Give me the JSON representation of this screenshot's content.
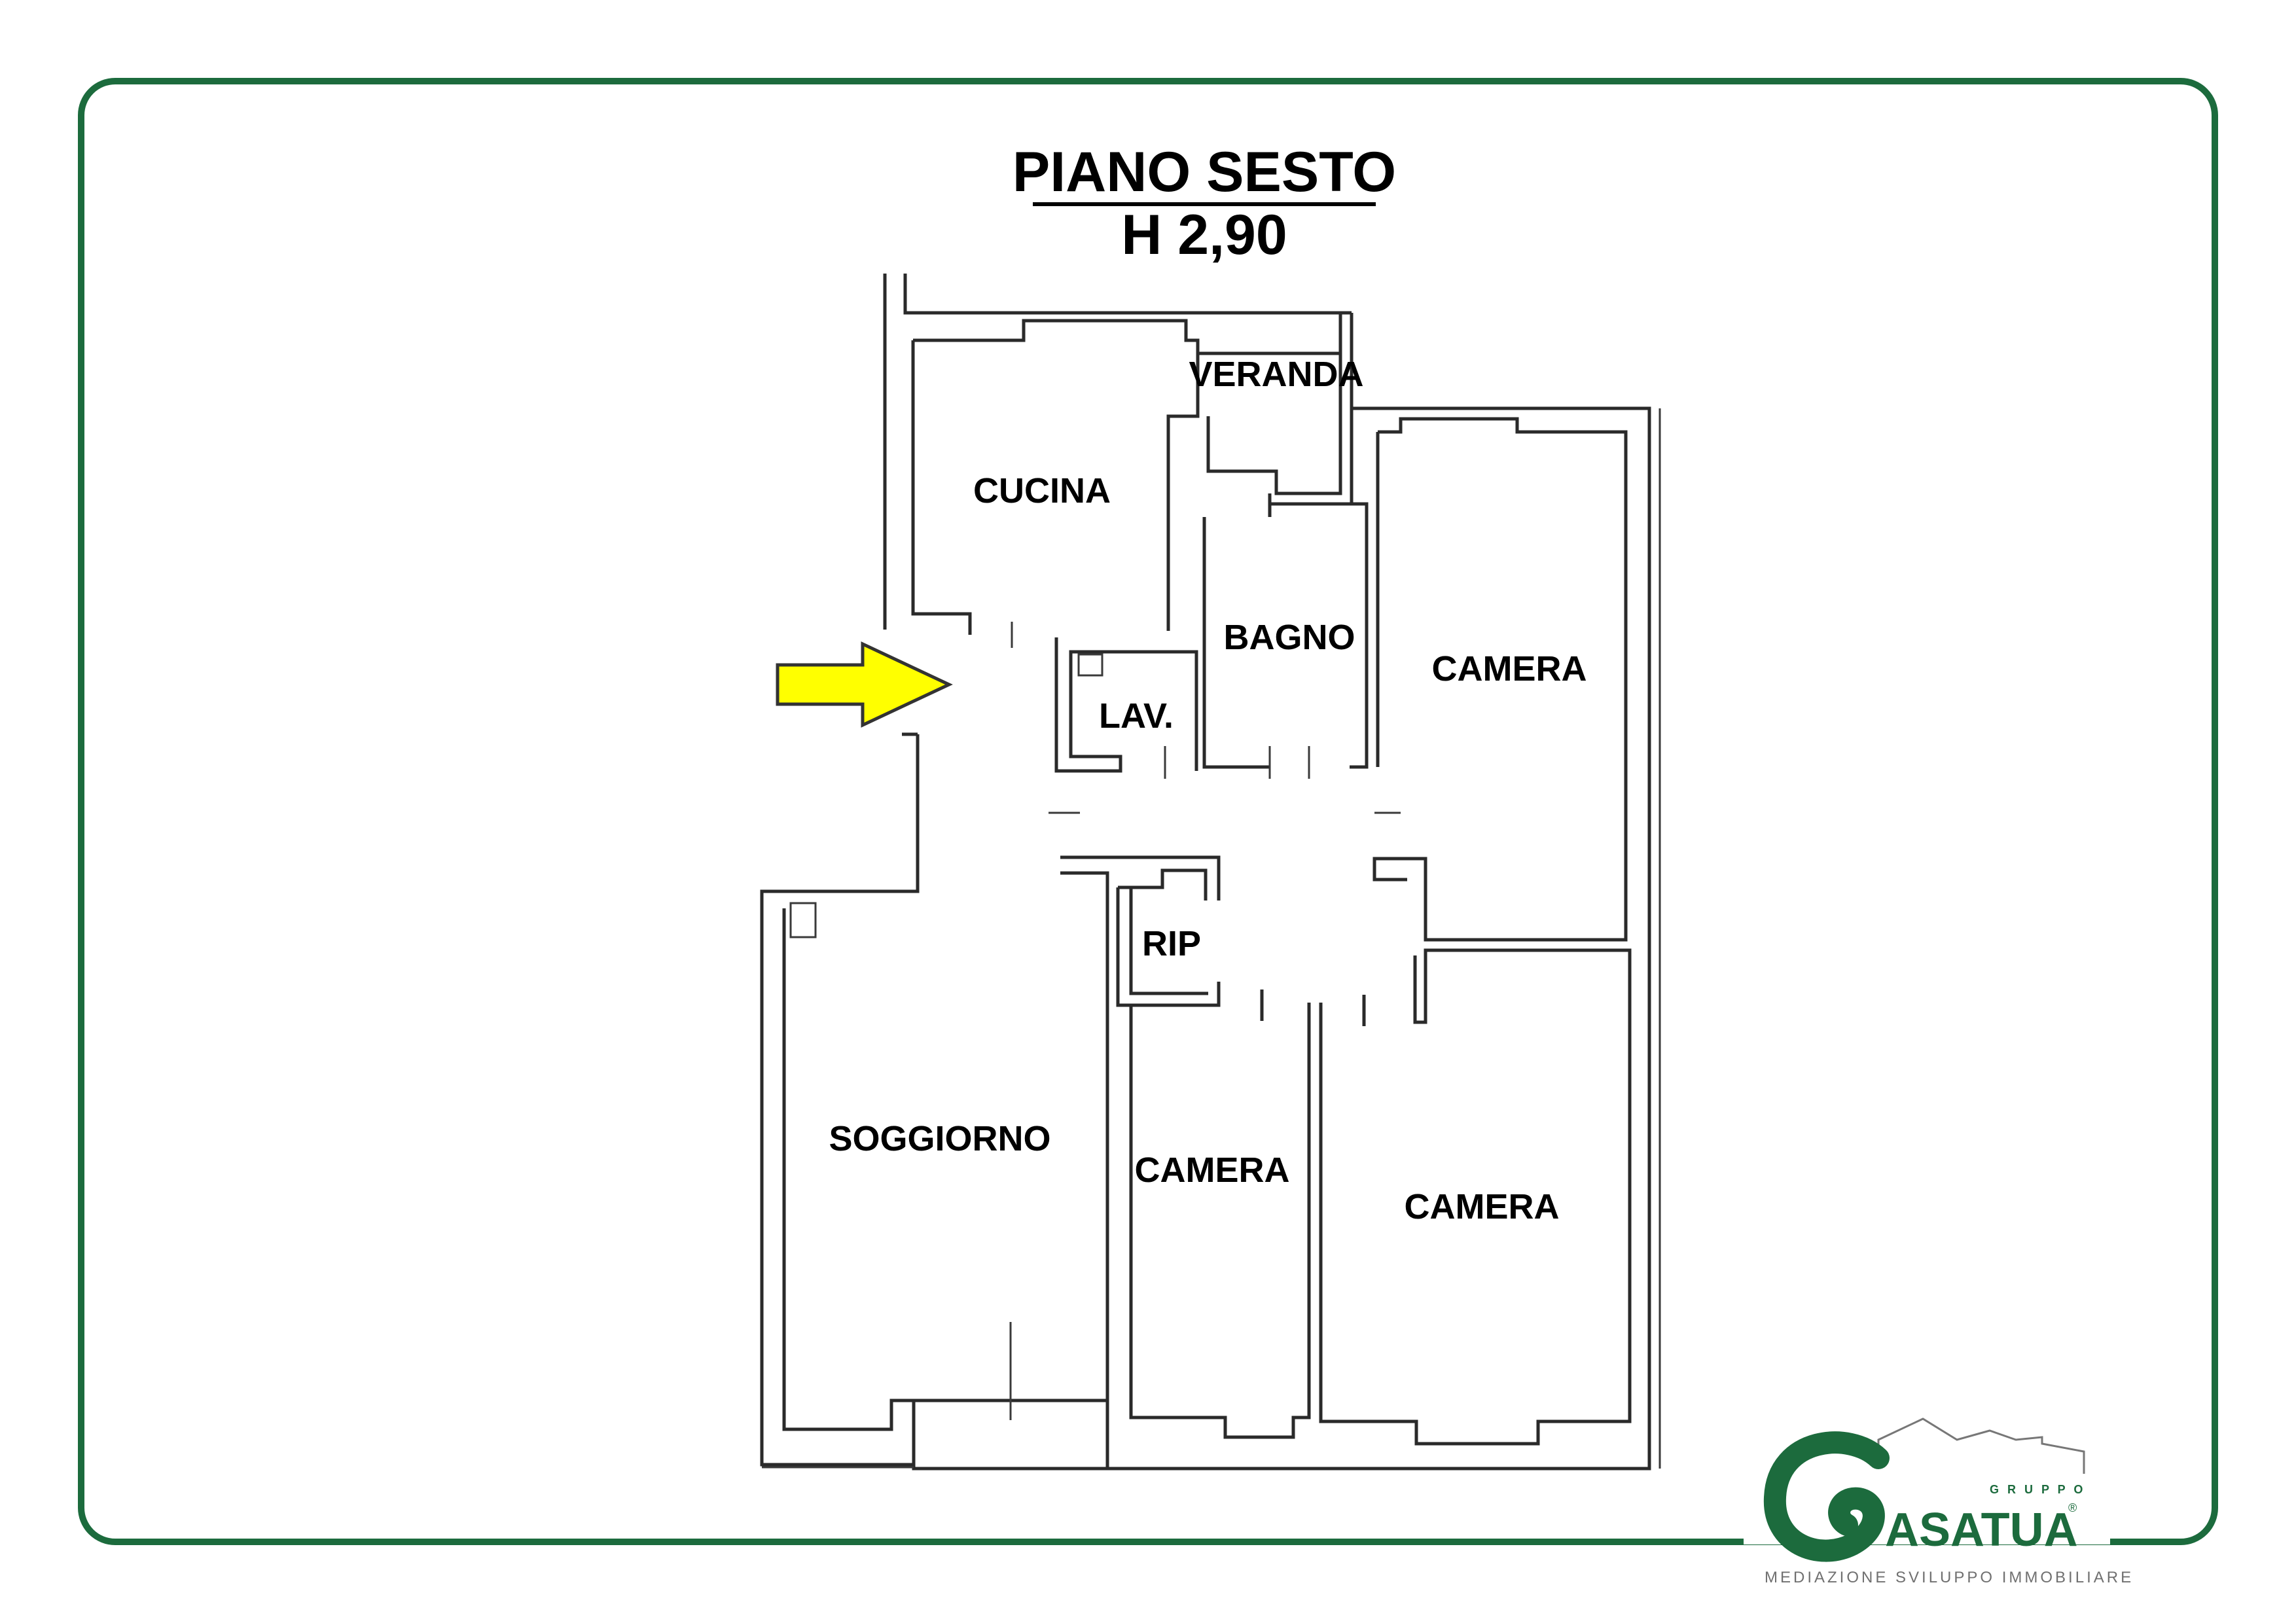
{
  "title": {
    "line1": "PIANO SESTO",
    "line2": "H 2,90"
  },
  "rooms": {
    "veranda": "VERANDA",
    "cucina": "CUCINA",
    "bagno": "BAGNO",
    "camera_top_right": "CAMERA",
    "lav": "LAV.",
    "rip": "RIP",
    "soggiorno": "SOGGIORNO",
    "camera_bottom_middle": "CAMERA",
    "camera_bottom_right": "CAMERA"
  },
  "logo": {
    "gruppo": "G R U P P O",
    "brand": "ASATUA",
    "registered": "®",
    "tagline": "MEDIAZIONE SVILUPPO IMMOBILIARE"
  },
  "colors": {
    "frame": "#1c6b3d",
    "arrow_fill": "#ffff00",
    "arrow_stroke": "#333333",
    "logo_green": "#1c6b3d",
    "tagline_gray": "#707070"
  },
  "icons": {
    "entrance": "entrance-arrow-icon",
    "logo": "casatua-logo-icon"
  }
}
